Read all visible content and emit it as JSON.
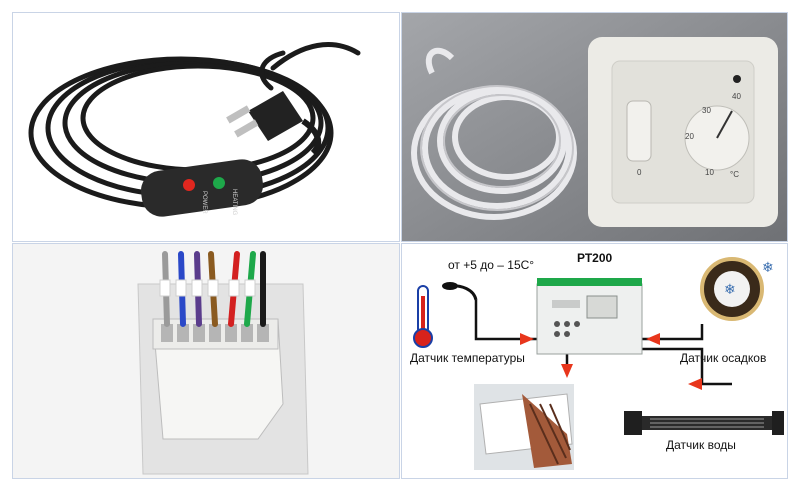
{
  "panels": {
    "cable": {
      "power_label": "POWER",
      "heating_label": "HEATING",
      "colors": {
        "power_led": "#e0271f",
        "heating_led": "#1ea84a"
      }
    },
    "thermostat": {
      "scale_labels": [
        "40",
        "30",
        "20",
        "10",
        "0"
      ],
      "unit": "°C"
    },
    "module": {},
    "scheme": {
      "range_label": "от +5 до – 15С°",
      "device_label": "РТ200",
      "temp_sensor_label": "Датчик температуры",
      "precip_sensor_label": "Датчик осадков",
      "water_sensor_label": "Датчик воды",
      "colors": {
        "arrow": "#e8361c",
        "wire": "#111111"
      }
    }
  }
}
